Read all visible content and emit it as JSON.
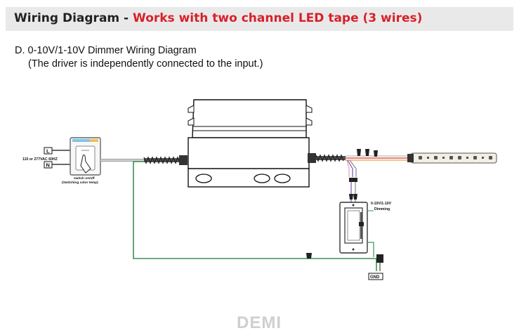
{
  "header": {
    "title_prefix": "Wiring Diagram",
    "separator": " - ",
    "title_highlight": "Works with two channel LED tape (3 wires)",
    "background_color": "#e9e9e9",
    "highlight_color": "#d9202a"
  },
  "section": {
    "title": "D. 0-10V/1-10V Dimmer Wiring Diagram",
    "note": "(The driver is independently connected to the input.)"
  },
  "diagram": {
    "terminal_l": "L",
    "terminal_n": "N",
    "input_voltage": "110 or 277VAC 60HZ",
    "switch_label_1": "switch on/off",
    "switch_label_2": "(Switching color temp)",
    "dimmer_label_1": "0-10V/1-10V",
    "dimmer_label_2": "Dimming",
    "ground_label": "GND"
  },
  "watermark": "DEMI"
}
